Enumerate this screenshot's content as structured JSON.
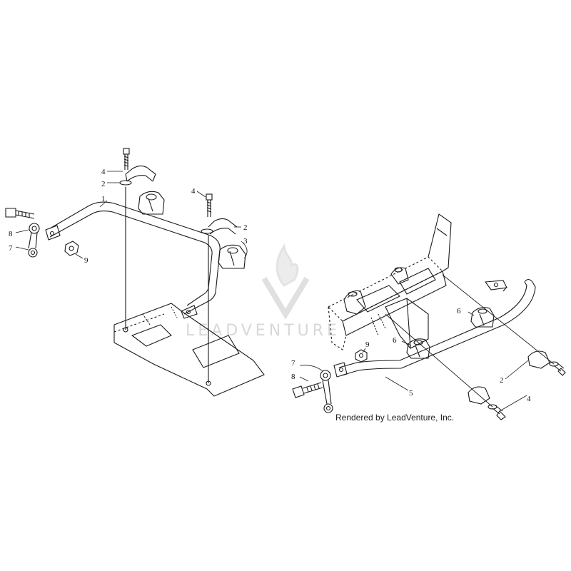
{
  "watermark": {
    "brand": "LEADVENTURE"
  },
  "credit": "Rendered by LeadVenture, Inc.",
  "callouts": {
    "left": {
      "c1": "1",
      "c2a": "2",
      "c2b": "2",
      "c3": "3",
      "c4a": "4",
      "c4b": "4",
      "c7": "7",
      "c8": "8",
      "c9": "9"
    },
    "right": {
      "c2": "2",
      "c4": "4",
      "c5": "5",
      "c6a": "6",
      "c6b": "6",
      "c7": "7",
      "c8": "8",
      "c9": "9"
    }
  },
  "colors": {
    "line": "#1a1a1a",
    "watermark": "#d9d9d9"
  }
}
